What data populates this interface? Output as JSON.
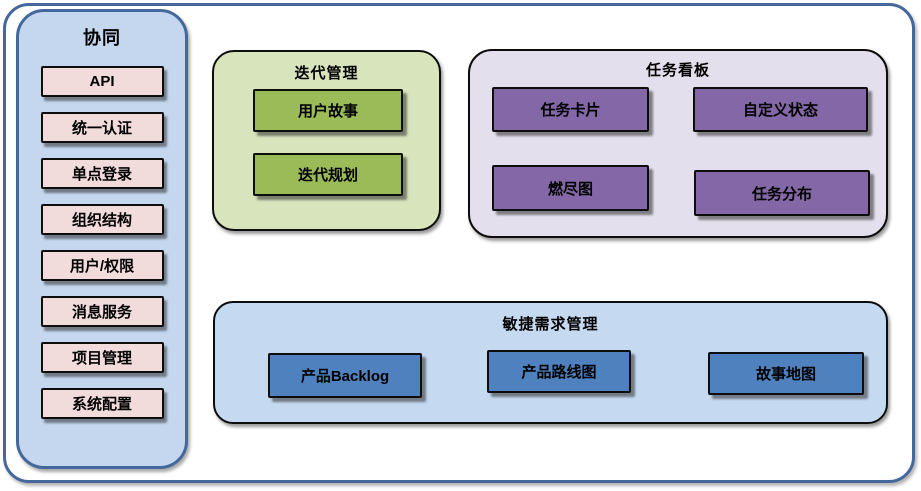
{
  "sidebar": {
    "title": "协同",
    "items": [
      "API",
      "统一认证",
      "单点登录",
      "组织结构",
      "用户/权限",
      "消息服务",
      "项目管理",
      "系统配置"
    ]
  },
  "groups": {
    "iteration": {
      "title": "迭代管理",
      "items": [
        "用户故事",
        "迭代规划"
      ]
    },
    "kanban": {
      "title": "任务看板",
      "items": [
        "任务卡片",
        "自定义状态",
        "燃尽图",
        "任务分布"
      ]
    },
    "agile": {
      "title": "敏捷需求管理",
      "items": [
        "产品Backlog",
        "产品路线图",
        "故事地图"
      ]
    }
  },
  "colors": {
    "frame_border": "#44679c",
    "sidebar_fill": "#c4d7ef",
    "sidebar_item_fill": "#f2dcdb",
    "iteration_fill": "#d7e4bc",
    "iteration_item_fill": "#9bbb59",
    "kanban_fill": "#e4dfec",
    "kanban_item_fill": "#8467a6",
    "agile_fill": "#c5d9f1",
    "agile_item_fill": "#4e81bd",
    "box_border": "#0d0d0d"
  }
}
